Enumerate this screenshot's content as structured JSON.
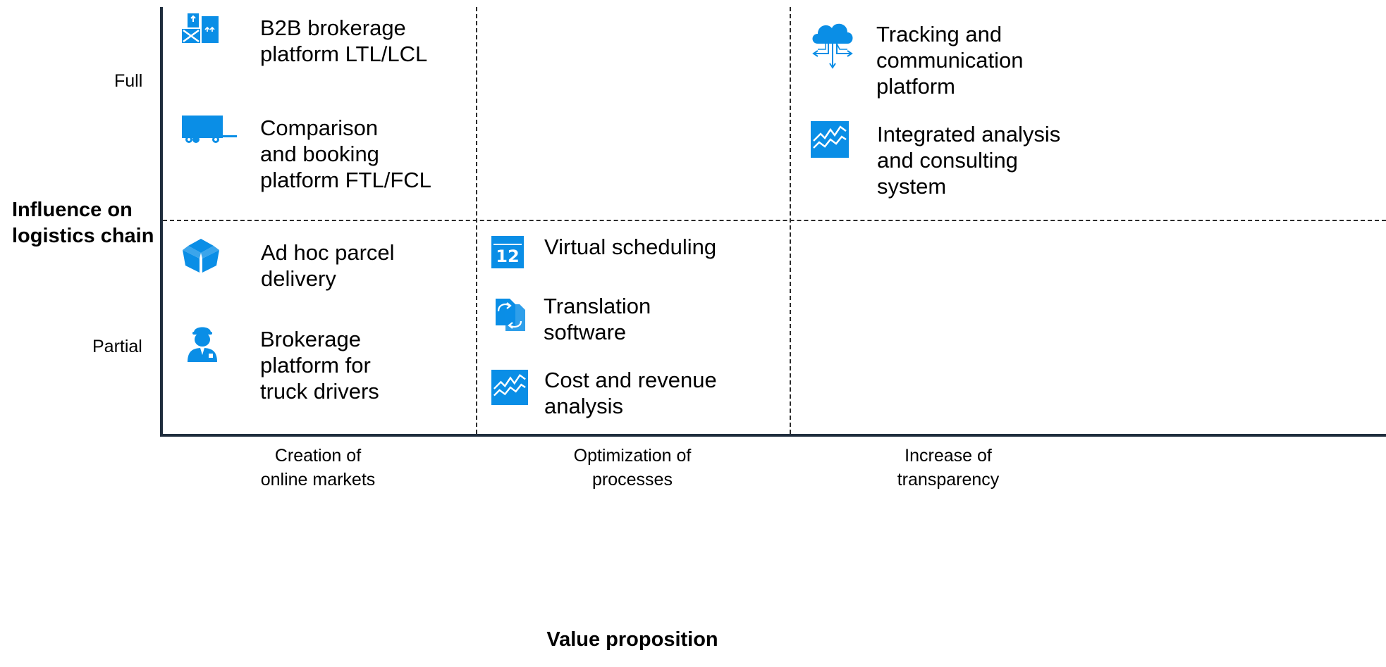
{
  "colors": {
    "accent": "#0a8ee6",
    "axis": "#1f2d3d",
    "divider": "#2b2b2b"
  },
  "y_axis": {
    "title_lines": [
      "Influence on",
      "logistics chain"
    ],
    "levels": [
      "Full",
      "Partial"
    ]
  },
  "x_axis": {
    "title": "Value proposition",
    "categories": [
      [
        "Creation of",
        "online markets"
      ],
      [
        "Optimization of",
        "processes"
      ],
      [
        "Increase of",
        "transparency"
      ]
    ]
  },
  "items": {
    "b2b_brokerage": {
      "icon": "boxes-icon",
      "lines": [
        "B2B brokerage",
        "platform LTL/LCL"
      ]
    },
    "comparison_booking": {
      "icon": "truck-trailer-icon",
      "lines": [
        "Comparison",
        "and booking",
        "platform FTL/FCL"
      ]
    },
    "tracking_platform": {
      "icon": "cloud-network-icon",
      "lines": [
        "Tracking and",
        "communication",
        "platform"
      ]
    },
    "integrated_analysis": {
      "icon": "chart-trend-icon",
      "lines": [
        "Integrated analysis",
        "and consulting",
        "system"
      ]
    },
    "ad_hoc_parcel": {
      "icon": "open-box-icon",
      "lines": [
        "Ad hoc parcel",
        "delivery"
      ]
    },
    "truck_drivers": {
      "icon": "driver-icon",
      "lines": [
        "Brokerage",
        "platform for",
        "truck drivers"
      ]
    },
    "virtual_scheduling": {
      "icon": "calendar-icon",
      "calendar_day": "12",
      "lines": [
        "Virtual scheduling"
      ]
    },
    "translation_software": {
      "icon": "documents-exchange-icon",
      "lines": [
        "Translation",
        "software"
      ]
    },
    "cost_revenue": {
      "icon": "chart-trend-icon",
      "lines": [
        "Cost and revenue",
        "analysis"
      ]
    }
  }
}
